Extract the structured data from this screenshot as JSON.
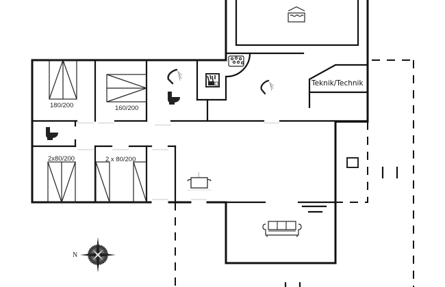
{
  "floorplan": {
    "rooms": [
      {
        "id": "bedroom-1",
        "bed_label": "180/200"
      },
      {
        "id": "bedroom-2",
        "bed_label": "160/200"
      },
      {
        "id": "bedroom-3",
        "bed_label": "2x80/200"
      },
      {
        "id": "bedroom-4",
        "bed_label": "2 x 80/200"
      },
      {
        "id": "technical-room",
        "label": "Teknik/Technik"
      }
    ],
    "compass": {
      "north_label": "N"
    },
    "icons": [
      "pool-icon",
      "spa-whirlpool-icon",
      "shower-icon",
      "toilet-icon",
      "sauna-icon",
      "kitchen-pot-icon",
      "sofa-icon",
      "compass-rose-icon"
    ],
    "colors": {
      "wall": "#111111",
      "background": "#ffffff",
      "door_gap": "#c8c8c8"
    }
  }
}
